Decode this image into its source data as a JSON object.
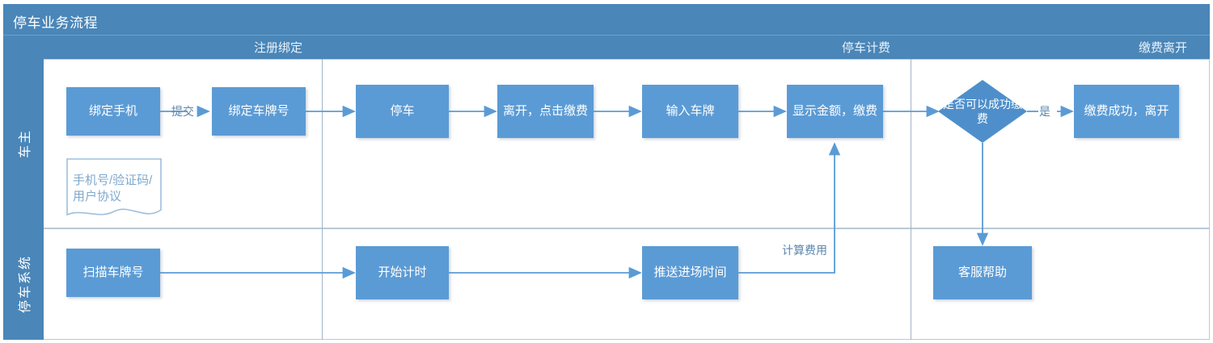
{
  "diagram": {
    "title": "停车业务流程",
    "type": "swimlane-flowchart",
    "accent_color": "#4A86B8",
    "node_fill": "#5B9BD5",
    "connector_color": "#5B9BD5",
    "doc_outline_color": "#9DBFDD"
  },
  "phases": [
    {
      "id": "phase-registration",
      "label": "注册绑定"
    },
    {
      "id": "phase-billing",
      "label": "停车计费"
    },
    {
      "id": "phase-payment",
      "label": "缴费离开"
    }
  ],
  "lanes": [
    {
      "id": "lane-car-owner",
      "label": "车主"
    },
    {
      "id": "lane-parking-system",
      "label": "停车系统"
    }
  ],
  "nodes": [
    {
      "id": "bind-phone",
      "label": "绑定手机",
      "shape": "process",
      "lane": "lane-car-owner"
    },
    {
      "id": "bind-plate",
      "label": "绑定车牌号",
      "shape": "process",
      "lane": "lane-car-owner"
    },
    {
      "id": "park",
      "label": "停车",
      "shape": "process",
      "lane": "lane-car-owner"
    },
    {
      "id": "leave-click-pay",
      "label": "离开，点击缴费",
      "shape": "process",
      "lane": "lane-car-owner"
    },
    {
      "id": "input-plate",
      "label": "输入车牌",
      "shape": "process",
      "lane": "lane-car-owner"
    },
    {
      "id": "show-amount-pay",
      "label": "显示金额，缴费",
      "shape": "process",
      "lane": "lane-car-owner"
    },
    {
      "id": "can-pay-success",
      "label": "是否可以成功缴费",
      "shape": "decision",
      "lane": "lane-car-owner"
    },
    {
      "id": "pay-success-leave",
      "label": "缴费成功，离开",
      "shape": "process",
      "lane": "lane-car-owner"
    },
    {
      "id": "user-doc",
      "label": "手机号/验证码/用户协议",
      "shape": "document",
      "lane": "lane-car-owner"
    },
    {
      "id": "scan-plate",
      "label": "扫描车牌号",
      "shape": "process",
      "lane": "lane-parking-system"
    },
    {
      "id": "start-timing",
      "label": "开始计时",
      "shape": "process",
      "lane": "lane-parking-system"
    },
    {
      "id": "push-entry-time",
      "label": "推送进场时间",
      "shape": "process",
      "lane": "lane-parking-system"
    },
    {
      "id": "service-help",
      "label": "客服帮助",
      "shape": "process",
      "lane": "lane-parking-system"
    }
  ],
  "edges": [
    {
      "id": "e-bindphone-bindplate",
      "from": "bind-phone",
      "to": "bind-plate",
      "label": "提交"
    },
    {
      "id": "e-bindplate-park",
      "from": "bind-plate",
      "to": "park",
      "label": ""
    },
    {
      "id": "e-park-leave",
      "from": "park",
      "to": "leave-click-pay",
      "label": ""
    },
    {
      "id": "e-leave-input",
      "from": "leave-click-pay",
      "to": "input-plate",
      "label": ""
    },
    {
      "id": "e-input-show",
      "from": "input-plate",
      "to": "show-amount-pay",
      "label": ""
    },
    {
      "id": "e-show-decision",
      "from": "show-amount-pay",
      "to": "can-pay-success",
      "label": ""
    },
    {
      "id": "e-decision-success",
      "from": "can-pay-success",
      "to": "pay-success-leave",
      "label": "是"
    },
    {
      "id": "e-decision-help",
      "from": "can-pay-success",
      "to": "service-help",
      "label": ""
    },
    {
      "id": "e-scan-start",
      "from": "scan-plate",
      "to": "start-timing",
      "label": ""
    },
    {
      "id": "e-start-push",
      "from": "start-timing",
      "to": "push-entry-time",
      "label": ""
    },
    {
      "id": "e-push-show",
      "from": "push-entry-time",
      "to": "show-amount-pay",
      "label": "计算费用"
    }
  ],
  "edge_labels": {
    "submit": "提交",
    "yes": "是",
    "calc_fee": "计算费用"
  }
}
